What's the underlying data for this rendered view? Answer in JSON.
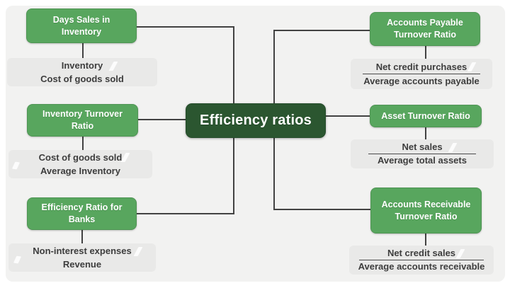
{
  "title": "Efficiency ratios",
  "colors": {
    "node_green": "#58a65e",
    "center_dark_green": "#2b5630",
    "formula_gray": "#e9e9e8",
    "connector": "#424242",
    "canvas_bg": "#f2f2f1"
  },
  "center": {
    "label": "Efficiency ratios"
  },
  "left_nodes": [
    {
      "label": "Days Sales in Inventory",
      "numerator": "Inventory",
      "denominator": "Cost of goods sold"
    },
    {
      "label": "Inventory Turnover Ratio",
      "numerator": "Cost of goods sold",
      "denominator": "Average Inventory"
    },
    {
      "label": "Efficiency Ratio for Banks",
      "numerator": "Non-interest expenses",
      "denominator": "Revenue"
    }
  ],
  "right_nodes": [
    {
      "label": "Accounts Payable Turnover Ratio",
      "numerator": "Net credit purchases",
      "denominator": "Average accounts payable"
    },
    {
      "label": "Asset Turnover Ratio",
      "numerator": "Net sales",
      "denominator": "Average total assets"
    },
    {
      "label": "Accounts Receivable Turnover Ratio",
      "numerator": "Net credit sales",
      "denominator": "Average accounts receivable"
    }
  ]
}
